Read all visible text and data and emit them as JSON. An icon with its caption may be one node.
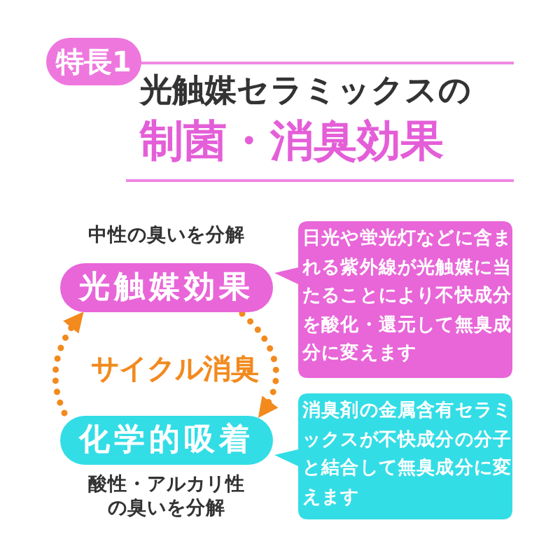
{
  "diagram": {
    "nodes": [
      {
        "text": [
          "光触媒効果"
        ],
        "beside": [
          "中性の臭いを分解"
        ]
      },
      {
        "text": [
          "化学的吸着"
        ],
        "beside": [
          "酸性・アルカリ性の臭いを分解"
        ]
      },
      {
        "text": [
          "日光や蛍光灯などに含まれる紫外線が光触媒に当たることにより不快成分を酸化・還元して無臭成分に変えます"
        ]
      },
      {
        "text": [
          "消臭剤の金属含有セラミックスが不快成分の分子と結合して無臭成分に変えます"
        ]
      }
    ],
    "edges": [
      {
        "from": 0,
        "to": 1,
        "arrow": "to",
        "style": "dashed"
      },
      {
        "from": 1,
        "to": 0,
        "arrow": "to",
        "style": "dashed"
      }
    ],
    "labels": [
      "特長1",
      "光触媒セラミックスの",
      "制菌・消臭効果",
      "サイクル消臭"
    ]
  }
}
